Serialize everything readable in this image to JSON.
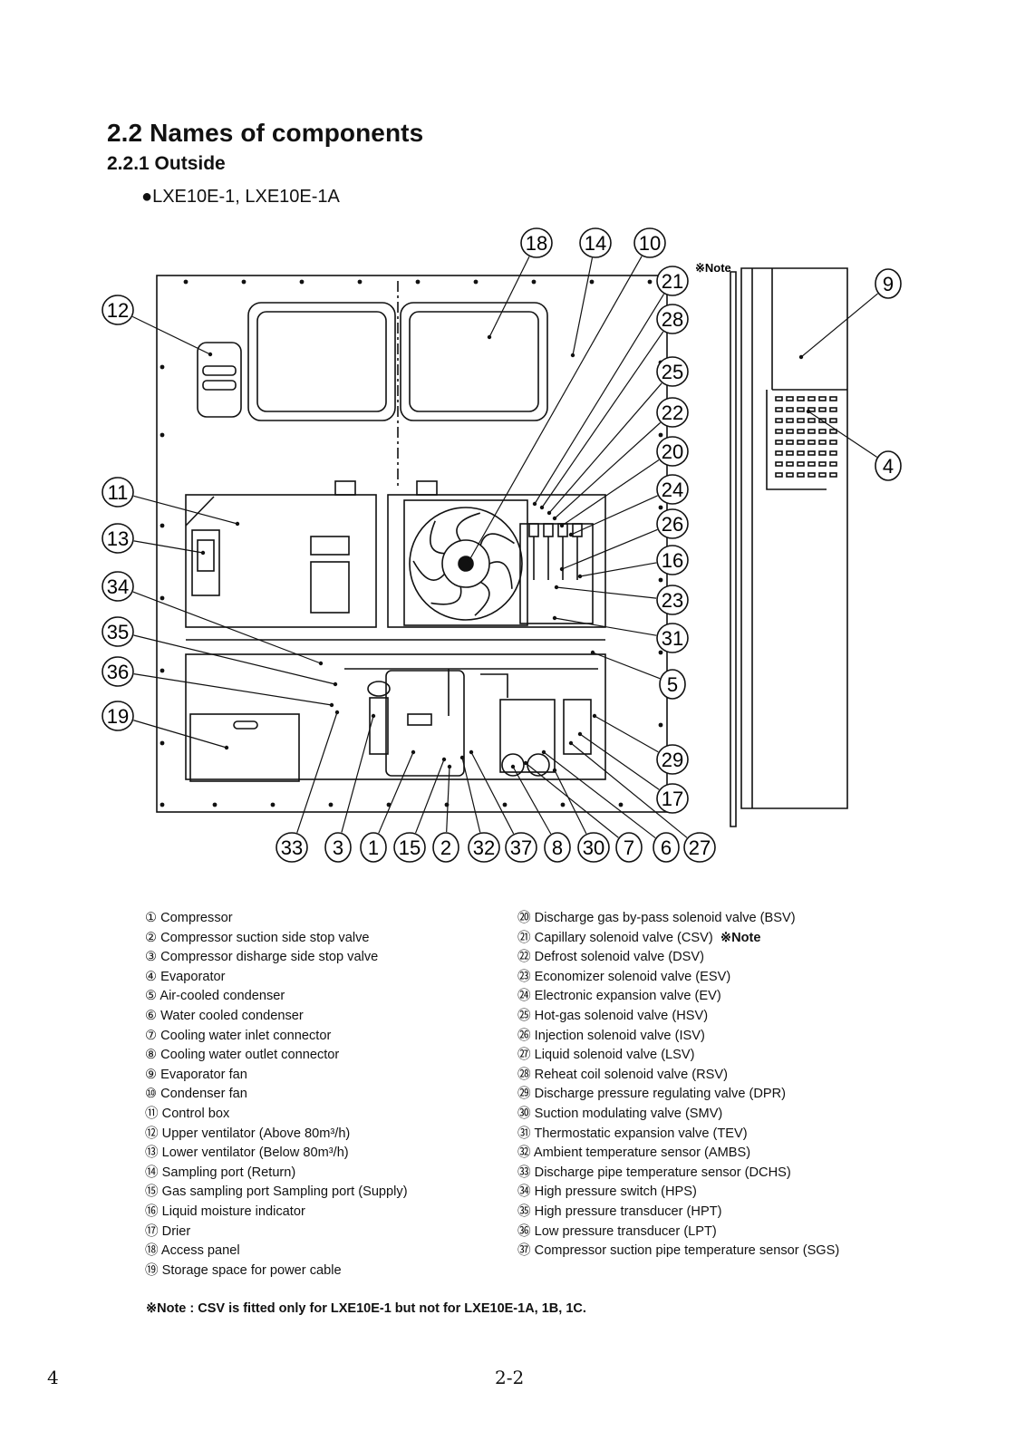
{
  "section_title": "2.2 Names of components",
  "subsection_title": "2.2.1 Outside",
  "model_line": "●LXE10E-1, LXE10E-1A",
  "diagram_note_label": "※Note",
  "callouts": [
    "18",
    "14",
    "10",
    "21",
    "28",
    "25",
    "22",
    "20",
    "24",
    "26",
    "16",
    "23",
    "31",
    "5",
    "29",
    "17",
    "27",
    "6",
    "7",
    "30",
    "8",
    "37",
    "32",
    "2",
    "15",
    "1",
    "3",
    "33",
    "12",
    "11",
    "13",
    "34",
    "35",
    "36",
    "19",
    "9",
    "4"
  ],
  "components_left": [
    "① Compressor",
    "② Compressor suction side stop valve",
    "③ Compressor disharge side stop valve",
    "④ Evaporator",
    "⑤ Air-cooled condenser",
    "⑥ Water cooled condenser",
    "⑦ Cooling water inlet connector",
    "⑧ Cooling water outlet connector",
    "⑨ Evaporator fan",
    "⑩ Condenser fan",
    "⑪ Control box",
    "⑫ Upper ventilator (Above 80m³/h)",
    "⑬ Lower ventilator (Below 80m³/h)",
    "⑭ Sampling port (Return)",
    "⑮ Gas sampling port Sampling port (Supply)",
    "⑯ Liquid moisture indicator",
    "⑰ Drier",
    "⑱ Access panel",
    "⑲ Storage space for power cable"
  ],
  "components_right": [
    "⑳ Discharge gas by-pass solenoid valve (BSV)",
    "㉑ Capillary solenoid valve (CSV)",
    "㉒ Defrost solenoid valve (DSV)",
    "㉓ Economizer solenoid valve (ESV)",
    "㉔ Electronic expansion valve (EV)",
    "㉕ Hot-gas solenoid valve (HSV)",
    "㉖ Injection solenoid valve (ISV)",
    "㉗ Liquid solenoid valve (LSV)",
    "㉘ Reheat coil solenoid valve (RSV)",
    "㉙ Discharge pressure regulating valve (DPR)",
    "㉚ Suction modulating valve (SMV)",
    "㉛ Thermostatic expansion valve (TEV)",
    "㉜ Ambient temperature sensor (AMBS)",
    "㉝ Discharge pipe temperature sensor (DCHS)",
    "㉞ High pressure switch (HPS)",
    "㉟ High pressure transducer (HPT)",
    "㊱ Low pressure transducer (LPT)",
    "㊲ Compressor suction pipe temperature sensor (SGS)"
  ],
  "csv_note_mark": "※Note",
  "footnote": "※Note : CSV is fitted only for LXE10E-1 but not for LXE10E-1A, 1B, 1C.",
  "page_left": "4",
  "page_center": "2-2"
}
